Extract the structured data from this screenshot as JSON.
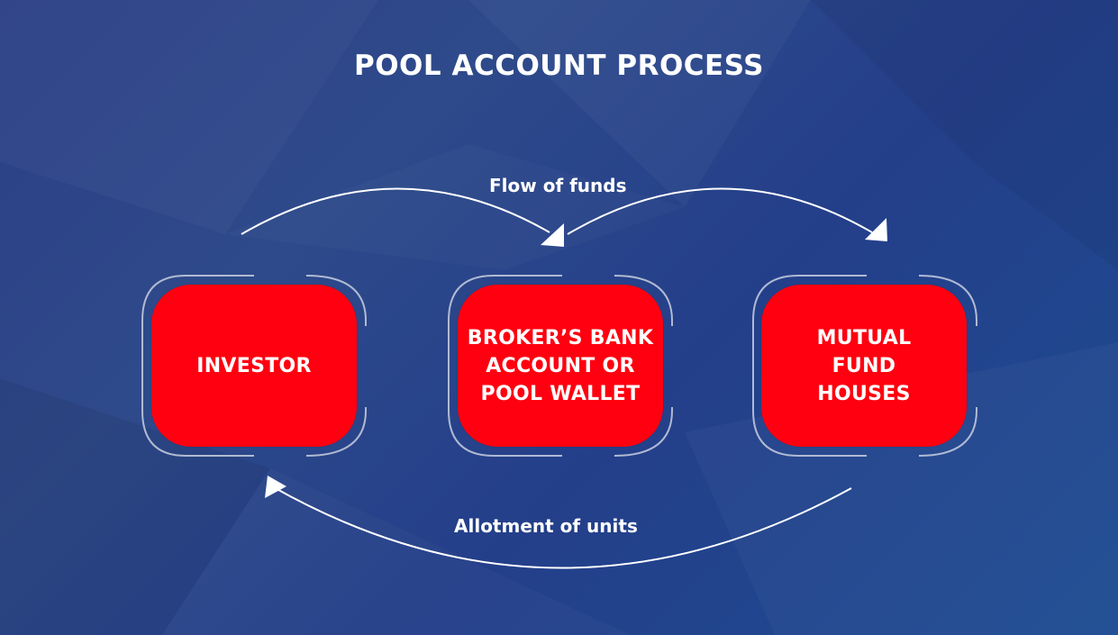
{
  "title": "POOL ACCOUNT PROCESS",
  "nodes": [
    {
      "label": "INVESTOR"
    },
    {
      "label": "BROKER’S BANK\nACCOUNT OR\nPOOL WALLET"
    },
    {
      "label": "MUTUAL\nFUND\nHOUSES"
    }
  ],
  "flows": {
    "top_label": "Flow of funds",
    "bottom_label": "Allotment of units"
  },
  "colors": {
    "node_fill": "#ff0010",
    "arrow": "#ffffff",
    "ring": "#c9cfdf"
  }
}
